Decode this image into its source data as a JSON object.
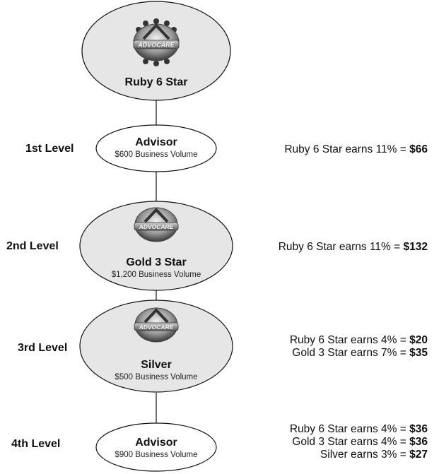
{
  "colors": {
    "ellipse_fill": "#e6e6e6",
    "stroke": "#111111",
    "logo_dark": "#3a3a3a",
    "logo_mid": "#9a9a9a"
  },
  "top": {
    "title": "Ruby 6 Star",
    "logo_text": "ADVOCARE",
    "icon": "advocare-ruby-logo-icon"
  },
  "levels": [
    {
      "label": "1st Level",
      "node_title": "Advisor",
      "node_sub": "$600 Business Volume",
      "earnings": [
        {
          "text": "Ruby 6 Star earns 11% = ",
          "amount": "$66"
        }
      ]
    },
    {
      "label": "2nd Level",
      "node_title": "Gold 3 Star",
      "node_sub": "$1,200 Business Volume",
      "logo_text": "ADVOCARE",
      "earnings": [
        {
          "text": "Ruby 6 Star earns 11% = ",
          "amount": "$132"
        }
      ]
    },
    {
      "label": "3rd Level",
      "node_title": "Silver",
      "node_sub": "$500 Business Volume",
      "logo_text": "ADVOCARE",
      "earnings": [
        {
          "text": "Ruby 6 Star earns 4% = ",
          "amount": "$20"
        },
        {
          "text": "Gold 3 Star earns 7% = ",
          "amount": "$35"
        }
      ]
    },
    {
      "label": "4th Level",
      "node_title": "Advisor",
      "node_sub": "$900 Business Volume",
      "earnings": [
        {
          "text": "Ruby 6 Star earns 4% = ",
          "amount": "$36"
        },
        {
          "text": "Gold 3 Star earns 4% = ",
          "amount": "$36"
        },
        {
          "text": "Silver earns 3% = ",
          "amount": "$27"
        }
      ]
    }
  ]
}
